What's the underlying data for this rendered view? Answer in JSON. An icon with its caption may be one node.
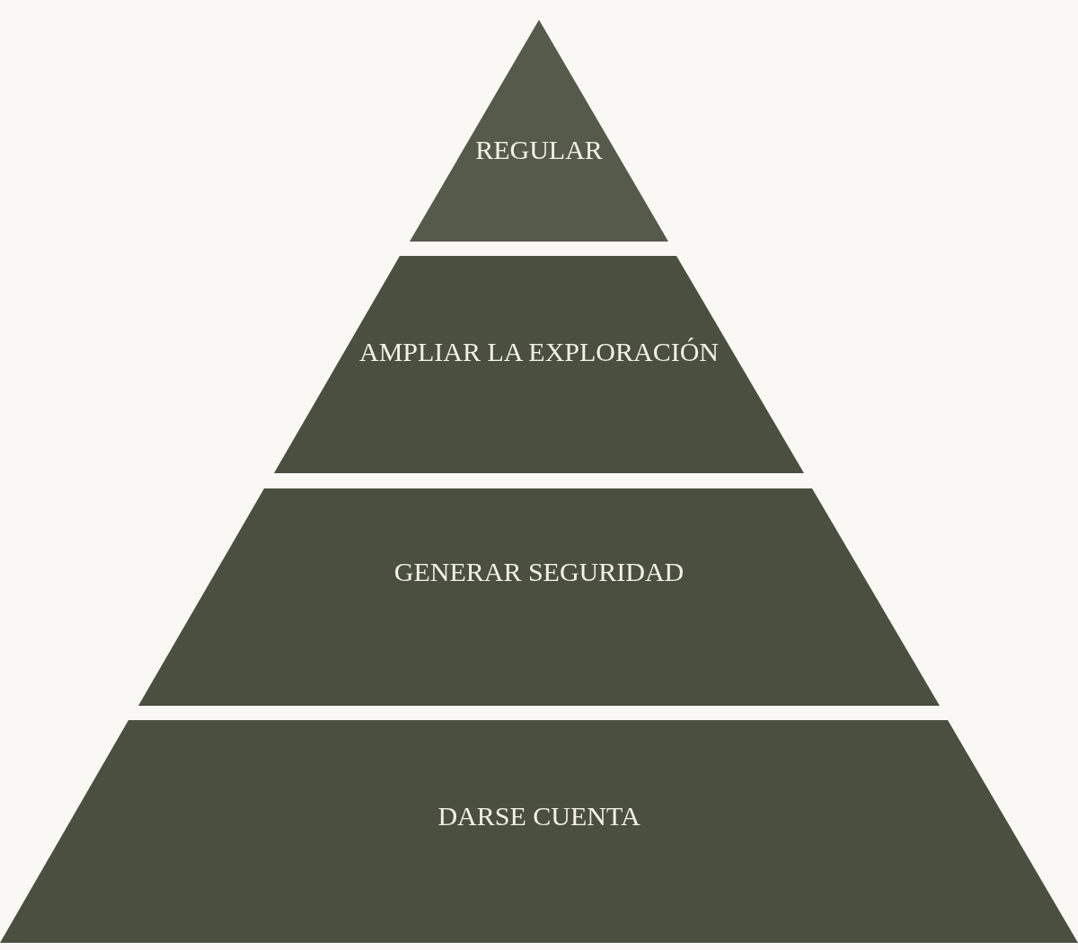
{
  "diagram": {
    "nodes": [
      {
        "text": [
          "REGULAR"
        ]
      },
      {
        "text": [
          "AMPLIAR LA EXPLORACIÓN"
        ]
      },
      {
        "text": [
          "GENERAR SEGURIDAD"
        ]
      },
      {
        "text": [
          "DARSE CUENTA"
        ]
      }
    ]
  }
}
